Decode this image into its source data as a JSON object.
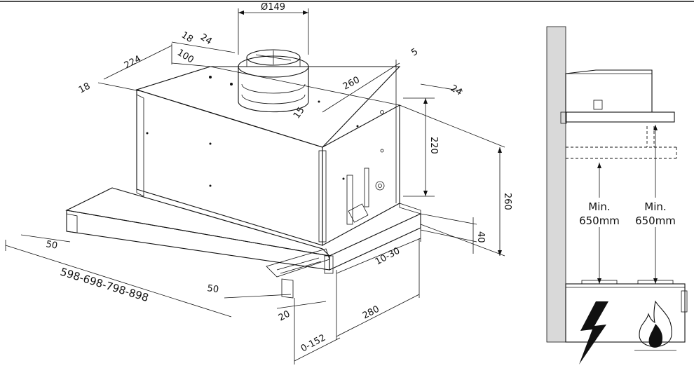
{
  "dimensions": {
    "duct_diameter": "Ø149",
    "d18_top": "18",
    "d24_top": "24",
    "d100": "100",
    "d224": "224",
    "d18_left": "18",
    "d5": "5",
    "d260_top": "260",
    "d24_right": "24",
    "d15": "15",
    "d220": "220",
    "d260_height": "260",
    "d40": "40",
    "d10_30": "10-30",
    "d50_left": "50",
    "width_range": "598-698-798-898",
    "d50_right": "50",
    "d20": "20",
    "d280": "280",
    "d0_152": "0-152"
  },
  "installation": {
    "min_distance_electric": "Min.\n650mm",
    "min_label_left_line1": "Min.",
    "min_label_left_line2": "650mm",
    "min_label_right_line1": "Min.",
    "min_label_right_line2": "650mm",
    "electric_icon": "lightning-bolt-icon",
    "gas_icon": "gas-flame-icon"
  }
}
